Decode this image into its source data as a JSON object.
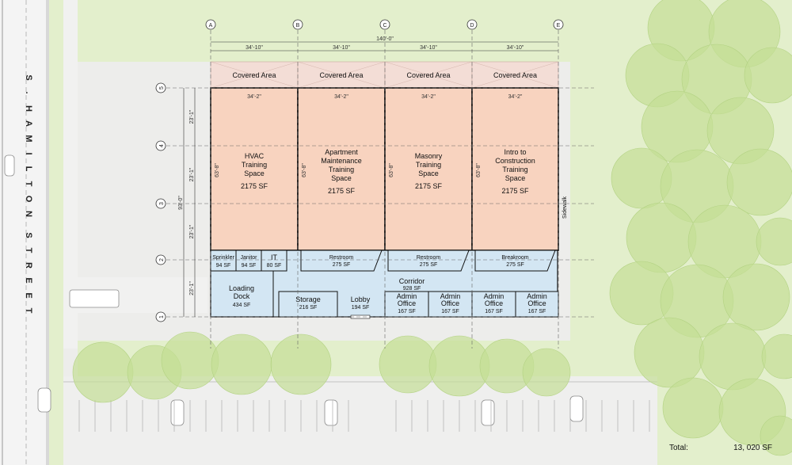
{
  "street_name": "S. HAMILTON STREET",
  "grid_cols": [
    "A",
    "B",
    "C",
    "D",
    "E"
  ],
  "grid_rows": [
    "5",
    "4",
    "3",
    "2",
    "1"
  ],
  "dims": {
    "overall_width": "140'-0\"",
    "bay_width": "34'-10\"",
    "inner_width": "34'-2\"",
    "overall_depth": "93'-0\"",
    "row_spacing": "23'-1\"",
    "space_depth": "63'-8\""
  },
  "covered_area_label": "Covered Area",
  "training_spaces": [
    {
      "name": [
        "HVAC",
        "Training",
        "Space"
      ],
      "area": "2175 SF"
    },
    {
      "name": [
        "Apartment",
        "Maintenance",
        "Training",
        "Space"
      ],
      "area": "2175 SF"
    },
    {
      "name": [
        "Masonry",
        "Training",
        "Space"
      ],
      "area": "2175 SF"
    },
    {
      "name": [
        "Intro to",
        "Construction",
        "Training",
        "Space"
      ],
      "area": "2175 SF"
    }
  ],
  "utility_rooms": [
    {
      "name": "Sprinkler",
      "area": "94 SF"
    },
    {
      "name": "Janitor",
      "area": "94 SF"
    },
    {
      "name": "IT",
      "area": "80 SF"
    }
  ],
  "wet_rooms": [
    {
      "name": "Restroom",
      "area": "275 SF"
    },
    {
      "name": "Restroom",
      "area": "275 SF"
    },
    {
      "name": "Breakroom",
      "area": "275 SF"
    }
  ],
  "loading_dock": {
    "name": [
      "Loading",
      "Dock"
    ],
    "area": "434 SF"
  },
  "storage": {
    "name": "Storage",
    "area": "216 SF"
  },
  "lobby": {
    "name": "Lobby",
    "area": "194 SF"
  },
  "corridor": {
    "name": "Corridor",
    "area": "928 SF"
  },
  "admin_offices": [
    {
      "name": [
        "Admin",
        "Office"
      ],
      "area": "167 SF"
    },
    {
      "name": [
        "Admin",
        "Office"
      ],
      "area": "167 SF"
    },
    {
      "name": [
        "Admin",
        "Office"
      ],
      "area": "167 SF"
    },
    {
      "name": [
        "Admin",
        "Office"
      ],
      "area": "167 SF"
    }
  ],
  "sidewalk_label": "Sidewalk",
  "total_label": "Total:",
  "total_value": "13, 020 SF",
  "colors": {
    "grass": "#e3efcc",
    "tree": "#c4de95",
    "asphalt": "#ececea",
    "training": "#f8d3bf",
    "support": "#d3e6f3",
    "covered": "#f3ddd6"
  }
}
